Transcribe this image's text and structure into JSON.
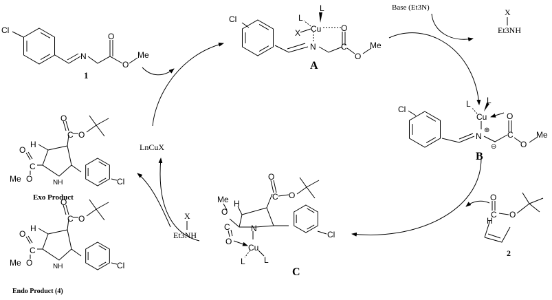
{
  "compound_1": {
    "label": "1",
    "atoms": [
      "Cl",
      "N",
      "O",
      "C",
      "O",
      "Me"
    ]
  },
  "intermediate_A": {
    "label": "A",
    "atoms": [
      "Cl",
      "L",
      "L",
      "X",
      "Cu",
      "O",
      "N",
      "C",
      "O",
      "Me"
    ]
  },
  "intermediate_B": {
    "label": "B",
    "atoms": [
      "Cl",
      "L",
      "L",
      "Cu",
      "O",
      "N",
      "C",
      "O",
      "Me"
    ],
    "charges": [
      "⊕",
      "⊖"
    ]
  },
  "intermediate_C": {
    "label": "C",
    "atoms": [
      "Me",
      "O",
      "C",
      "O",
      "N",
      "Cu",
      "L",
      "L",
      "H",
      "O",
      "C",
      "O",
      "Cl"
    ]
  },
  "compound_2": {
    "label": "2",
    "atoms": [
      "H",
      "O",
      "C",
      "O"
    ]
  },
  "exo_product": {
    "label": "Exo Product",
    "atoms": [
      "H",
      "O",
      "C",
      "O",
      "O",
      "C",
      "Me",
      "O",
      "NH",
      "Cl"
    ]
  },
  "endo_product": {
    "label": "Endo Product (4)",
    "atoms": [
      "H",
      "O",
      "C",
      "O",
      "O",
      "C",
      "Me",
      "O",
      "NH",
      "Cl"
    ]
  },
  "reagents": {
    "base": "Base (Et3N)",
    "salt_top": {
      "x": "X",
      "et3nh": "Et3NH"
    },
    "salt_bottom": {
      "x": "X",
      "et3nh": "Et3NH"
    },
    "catalyst": "LnCuX"
  }
}
